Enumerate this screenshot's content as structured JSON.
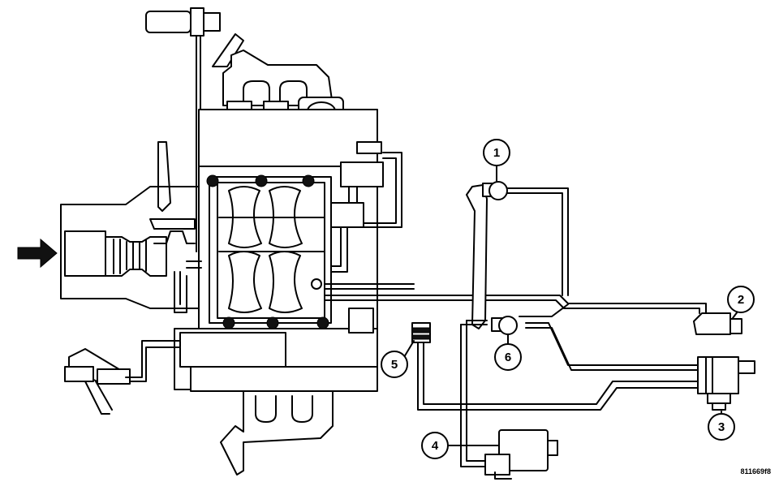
{
  "callouts": [
    {
      "id": "1",
      "label": "1"
    },
    {
      "id": "2",
      "label": "2"
    },
    {
      "id": "3",
      "label": "3"
    },
    {
      "id": "4",
      "label": "4"
    },
    {
      "id": "5",
      "label": "5"
    },
    {
      "id": "6",
      "label": "6"
    }
  ],
  "figure_ref": "811669f8",
  "colors": {
    "line": "#000000",
    "background": "#ffffff"
  }
}
